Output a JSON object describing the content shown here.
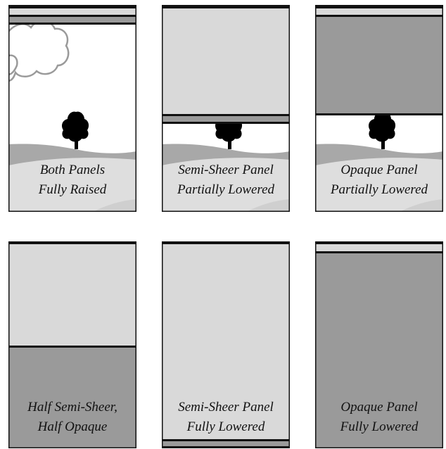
{
  "colors": {
    "frame": "#111111",
    "semi_sheer": "#d9d9d9",
    "opaque": "#9a9a9a",
    "sky": "#ffffff",
    "hill_dark": "#a8a8a8",
    "hill_light": "#dedede",
    "cloud_stroke": "#9a9a9a",
    "tree": "#000000"
  },
  "panels": [
    {
      "line1": "Both Panels",
      "line2": "Fully Raised",
      "state": "both-raised"
    },
    {
      "line1": "Semi-Sheer Panel",
      "line2": "Partially Lowered",
      "state": "sheer-partial"
    },
    {
      "line1": "Opaque Panel",
      "line2": "Partially Lowered",
      "state": "opaque-partial"
    },
    {
      "line1": "Half Semi-Sheer,",
      "line2": "Half Opaque",
      "state": "half-half"
    },
    {
      "line1": "Semi-Sheer Panel",
      "line2": "Fully Lowered",
      "state": "sheer-full"
    },
    {
      "line1": "Opaque Panel",
      "line2": "Fully Lowered",
      "state": "opaque-full"
    }
  ]
}
